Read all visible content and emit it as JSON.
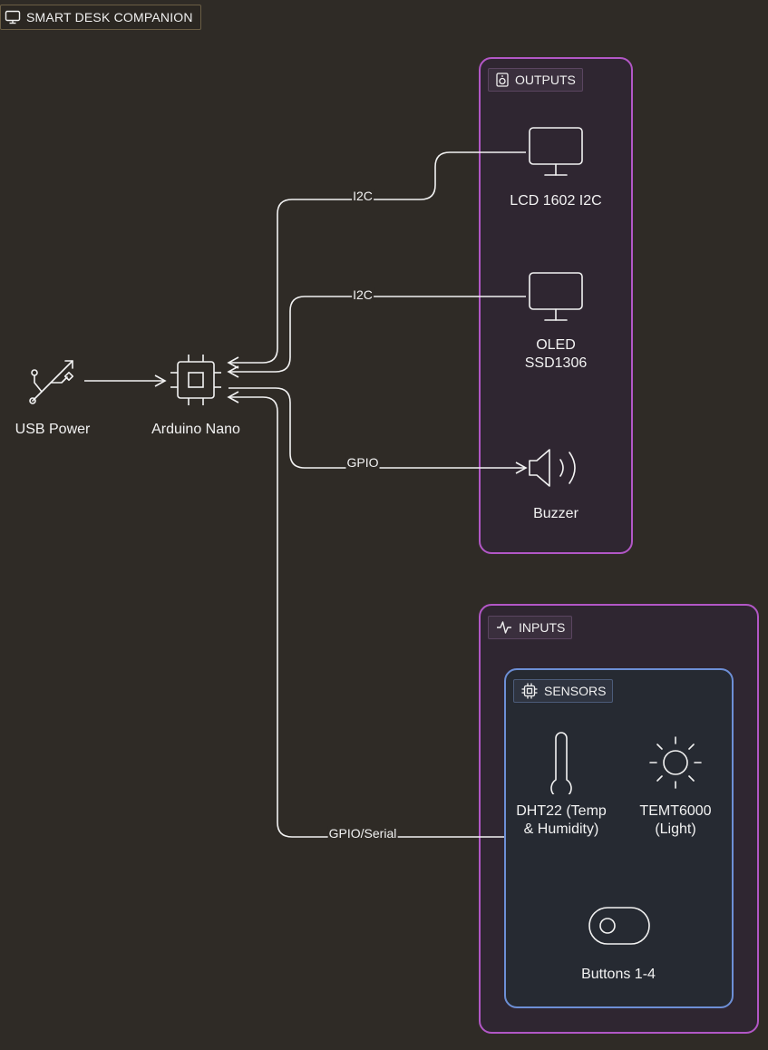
{
  "diagram": {
    "title": "SMART DESK COMPANION",
    "colors": {
      "background": "#2f2b26",
      "group_border": "#b257c6",
      "sensors_border": "#6d8fd6",
      "line": "#f2f2f2"
    }
  },
  "groups": {
    "outputs": {
      "label": "OUTPUTS",
      "icon": "speaker-box-icon"
    },
    "inputs": {
      "label": "INPUTS",
      "icon": "activity-icon"
    },
    "sensors": {
      "label": "SENSORS",
      "icon": "chip-icon"
    }
  },
  "nodes": {
    "usb_power": {
      "label": "USB Power",
      "icon": "usb-icon"
    },
    "arduino": {
      "label": "Arduino Nano",
      "icon": "chip-icon"
    },
    "lcd": {
      "label": "LCD 1602 I2C",
      "icon": "monitor-icon"
    },
    "oled": {
      "label": "OLED\nSSD1306",
      "icon": "monitor-icon"
    },
    "buzzer": {
      "label": "Buzzer",
      "icon": "speaker-icon"
    },
    "dht22": {
      "label": "DHT22 (Temp\n& Humidity)",
      "icon": "thermometer-icon"
    },
    "temt6000": {
      "label": "TEMT6000\n(Light)",
      "icon": "sun-icon"
    },
    "buttons": {
      "label": "Buttons 1-4",
      "icon": "toggle-icon"
    }
  },
  "edges": {
    "usb_arduino": "",
    "arduino_lcd": "I2C",
    "arduino_oled": "I2C",
    "arduino_buzzer": "GPIO",
    "arduino_inputs": "GPIO/Serial"
  }
}
